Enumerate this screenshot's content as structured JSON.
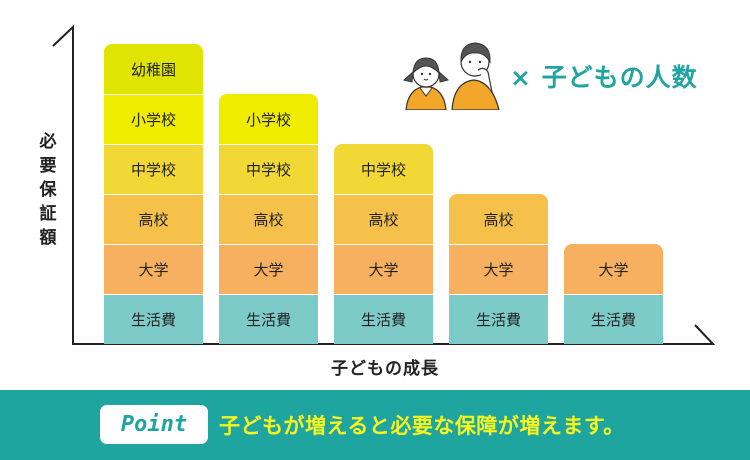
{
  "axes": {
    "y_label": "必\n要\n保\n証\n額",
    "x_label": "子どもの成長"
  },
  "header": {
    "title": "× 子どもの人数"
  },
  "colors": {
    "幼稚園": "#dfe500",
    "小学校": "#efec00",
    "中学校": "#f2d834",
    "高校": "#f5c14b",
    "大学": "#f7b05f",
    "生活費": "#7ccbc8",
    "accent": "#1fa5a0"
  },
  "columns": [
    {
      "blocks": [
        "幼稚園",
        "小学校",
        "中学校",
        "高校",
        "大学",
        "生活費"
      ]
    },
    {
      "blocks": [
        "小学校",
        "中学校",
        "高校",
        "大学",
        "生活費"
      ]
    },
    {
      "blocks": [
        "中学校",
        "高校",
        "大学",
        "生活費"
      ]
    },
    {
      "blocks": [
        "高校",
        "大学",
        "生活費"
      ]
    },
    {
      "blocks": [
        "大学",
        "生活費"
      ]
    }
  ],
  "banner": {
    "badge": "Point",
    "message": "子どもが増えると必要な保障が増えます。"
  }
}
